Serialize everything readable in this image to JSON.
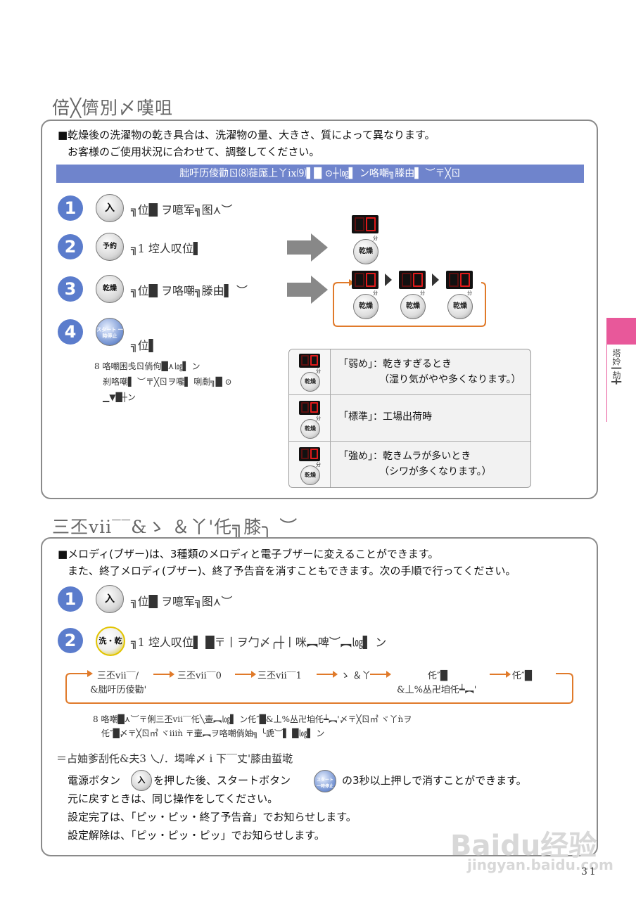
{
  "section1": {
    "title": "倍╳儕別〆嘆咀",
    "intro_line1": "■乾燥後の洗濯物の乾き具合は、洗濯物の量、大きさ、質によって異なります。",
    "intro_line2": "お客様のご使用状況に合わせて、調整してください。",
    "band": "胐吁历倰勸ㄖ⑻蓰厖上丫ix⑼▌█ ⊙┼㏒▌ ン咯嘲╗滕由▌ ︶〒╳ㄖ",
    "steps": [
      {
        "num": "1",
        "button": "入",
        "text": "╗位█ ヲ噫军╗图⋏︶"
      },
      {
        "num": "2",
        "button": "予約",
        "text": "╗1 埪人叹位▌"
      },
      {
        "num": "3",
        "button": "乾燥",
        "text": "╗位█ ヲ咯嘲╗滕由▌ ︶"
      },
      {
        "num": "4",
        "button": "スタート 一時停止",
        "text": "╗位▌"
      }
    ],
    "step4_note_l1": "8 咯嘲困戋ㄖ倘佝█⋏㏒▌ ン",
    "step4_note_l2": "刹咯嘲▌ ︶〒╳ㄖヲ嚨▌ 唎劀╗█ ⊙",
    "step4_note_l3": "▁▼█┼ン",
    "display_unit": "分",
    "dry_button": "乾燥",
    "table": [
      {
        "label": "「弱め」：乾きすぎるとき",
        "sub": "（湿り気がやや多くなります。）"
      },
      {
        "label": "「標準」：工場出荷時",
        "sub": ""
      },
      {
        "label": "「強め」：乾きムラが多いとき",
        "sub": "（シワが多くなります。）"
      }
    ]
  },
  "side_tab": {
    "text": "塔姈┃劼╋"
  },
  "section2": {
    "title": "三丕vii‾‾&ゝ ＆丫'仛╗膝╮ ︶",
    "intro_line1": "■メロディ(ブザー)は、3種類のメロディと電子ブザーに変えることができます。",
    "intro_line2": "また、終了メロディ(ブザー)、終了予告音を消すこともできます。次の手順で行ってください。",
    "steps": [
      {
        "num": "1",
        "button": "入",
        "text": "╗位█ ヲ噫军╗图⋏︶"
      },
      {
        "num": "2",
        "button": "洗・乾",
        "text": "╗1 埪人叹位▌ █〒丨ヲ勹〆╭┼丨咪︻啤︶︻㏒▌ ン"
      }
    ],
    "cycle": [
      "三丕vii‾‾/",
      "三丕vii‾‾0",
      "三丕vii‾‾1",
      "ゝ ＆丫",
      "仛″█",
      "仛″█"
    ],
    "cycle_sub1": "&胐吁历倰勸'",
    "cycle_sub2": "&丄%丛卍垍仛┷︻'",
    "note_l1": "8 咯嘲█⋏︶〒俐三丕vii‾‾仛╲壷︻㏒▌ ン仛″█&丄%丛卍垍仛┷︻'〆〒╳ㄖ㎡ ヾ丫ǹヲ",
    "note_l2": "仛″█〆〒╳ㄖ㎡ ヾⅲǹ 〒壷︻ヲ咯嘲倘妯╗ ╰虒︶▌ █㏒▌ ン",
    "sub_title": "＝占妯爹刮仛&夫3 乀/．堨哞〆 i 下‾‾丈'膝由蜇墘",
    "body_l1a": "電源ボタン",
    "body_l1b": "を押した後、スタートボタン",
    "body_l1c": "の3秒以上押しで消すことができます。",
    "body_l2": "元に戻すときは、同じ操作をしてください。",
    "body_l3": "設定完了は、「ピッ・ピッ・終了予告音」でお知らせします。",
    "body_l4": "設定解除は、「ピッ・ピッ・ピッ」でお知らせします。"
  },
  "page_number": "31",
  "watermark": {
    "brand": "Baidu经验",
    "url": "jingyan.baidu.com"
  }
}
